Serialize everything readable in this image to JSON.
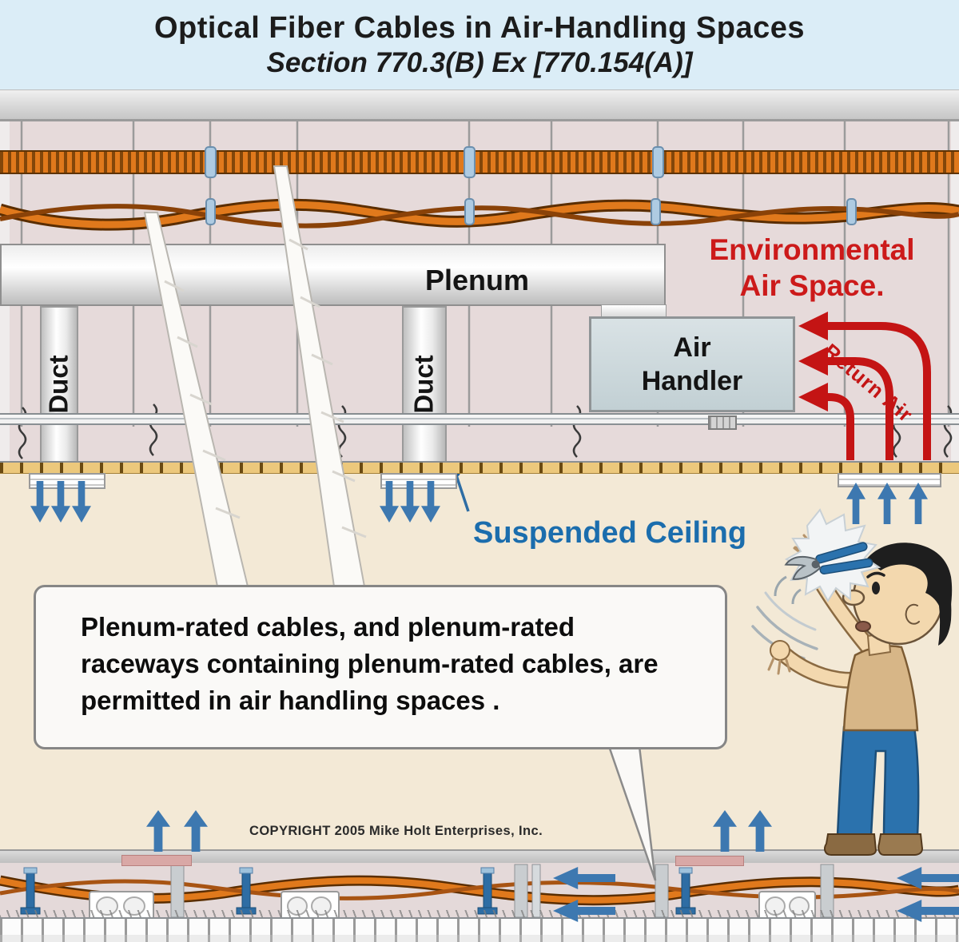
{
  "title": {
    "line1": "Optical Fiber Cables in Air-Handling Spaces",
    "line2": "Section 770.3(B) Ex [770.154(A)]"
  },
  "diagram": {
    "plenum_label": "Plenum",
    "duct_label": "Duct",
    "air_handler_label": "Air Handler",
    "environmental_air_space": {
      "line1": "Environmental",
      "line2": "Air Space."
    },
    "return_air_label": "Return Air",
    "suspended_ceiling_label": "Suspended Ceiling",
    "callout_text": "Plenum-rated cables, and plenum-rated raceways containing plenum-rated cables, are permitted in air handling spaces .",
    "copyright": "COPYRIGHT 2005 Mike Holt Enterprises, Inc."
  },
  "icons": {
    "pliers-icon": "flying side-cutting pliers with starburst",
    "technician-figure": "cartoon installer tossing pliers",
    "airflow-arrow-down": "supply air arrow",
    "airflow-arrow-up": "return air arrow",
    "airflow-arrow-left": "plenum airflow arrow",
    "return-air-arrows": "red curved return-air arrows"
  },
  "colors": {
    "title_bg": "#dbedf7",
    "plenum_bg": "#e6dada",
    "room_bg": "#f3e9d6",
    "cable_orange": "#e0791c",
    "arrow_blue": "#3d78b0",
    "alert_red": "#c41414",
    "label_blue": "#1b6dad",
    "air_handler_fill": "#c2d0d4",
    "ceiling_tan": "#ecc87c"
  }
}
